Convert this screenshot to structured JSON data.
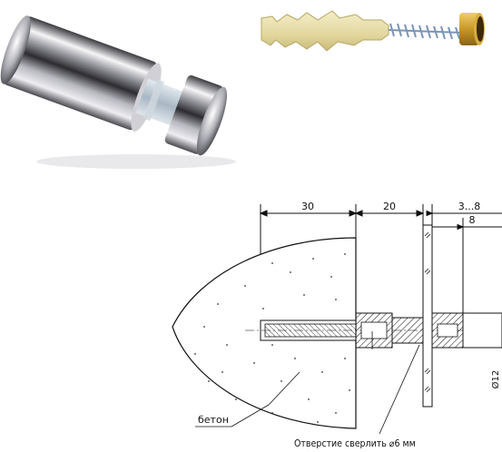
{
  "drawing": {
    "dim_30": "30",
    "dim_20": "20",
    "dim_3_8": "3...8",
    "dim_8": "8",
    "dim_d12": "Ø12",
    "label_concrete": "бетон",
    "caption_drill": "Отверстие сверлить ⌀6 мм"
  },
  "colors": {
    "chrome_dark": "#2a2a2e",
    "chrome_light": "#f4f4f6",
    "dowel": "#e8dfb0",
    "screw": "#8fa8c8",
    "brass": "#c89b2e",
    "line": "#111111"
  }
}
